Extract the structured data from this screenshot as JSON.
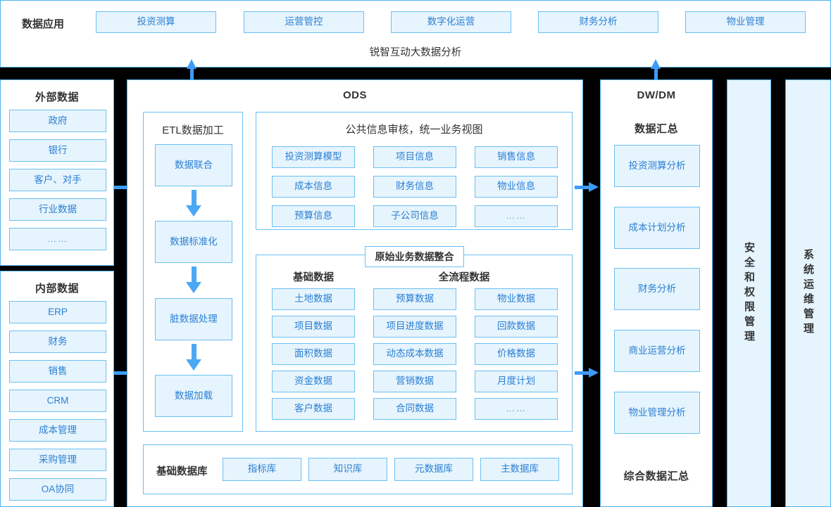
{
  "top": {
    "section_label": "数据应用",
    "apps": [
      "投资测算",
      "运营管控",
      "数字化运营",
      "财务分析",
      "物业管理"
    ],
    "platform_title": "锐智互动大数据分析"
  },
  "left": {
    "external": {
      "title": "外部数据",
      "items": [
        "政府",
        "银行",
        "客户、对手",
        "行业数据",
        "……"
      ]
    },
    "internal": {
      "title": "内部数据",
      "items": [
        "ERP",
        "财务",
        "销售",
        "CRM",
        "成本管理",
        "采购管理",
        "OA协同"
      ]
    }
  },
  "ods": {
    "title": "ODS",
    "etl": {
      "title": "ETL数据加工",
      "steps": [
        "数据联合",
        "数据标准化",
        "脏数据处理",
        "数据加载"
      ]
    },
    "public_review": {
      "title": "公共信息审核，统一业务视图",
      "items": [
        "投资测算模型",
        "项目信息",
        "销售信息",
        "成本信息",
        "财务信息",
        "物业信息",
        "预算信息",
        "子公司信息",
        "……"
      ]
    },
    "raw_integration": {
      "title": "原始业务数据整合",
      "basic_label": "基础数据",
      "basic_items": [
        "土地数据",
        "项目数据",
        "面积数据",
        "资金数据",
        "客户数据"
      ],
      "fullflow_label": "全流程数据",
      "fullflow_items": [
        "预算数据",
        "物业数据",
        "项目进度数据",
        "回款数据",
        "动态成本数据",
        "价格数据",
        "营销数据",
        "月度计划",
        "合同数据",
        "……"
      ]
    },
    "base_db": {
      "label": "基础数据库",
      "items": [
        "指标库",
        "知识库",
        "元数据库",
        "主数据库"
      ]
    }
  },
  "dwdm": {
    "title": "DW/DM",
    "subtitle": "数据汇总",
    "items": [
      "投资测算分析",
      "成本计划分析",
      "财务分析",
      "商业运营分析",
      "物业管理分析"
    ],
    "footer": "综合数据汇总"
  },
  "security_column": {
    "title": "安全和权限管理"
  },
  "ops_column": {
    "title": "系统运维管理"
  },
  "colors": {
    "accent": "#3d9bfc",
    "chip_fill": "#e6f4fd",
    "chip_border": "#6cc0f3",
    "chip_text": "#2b7fd4",
    "panel_border": "#4fb3f0",
    "gap": "#000000"
  }
}
